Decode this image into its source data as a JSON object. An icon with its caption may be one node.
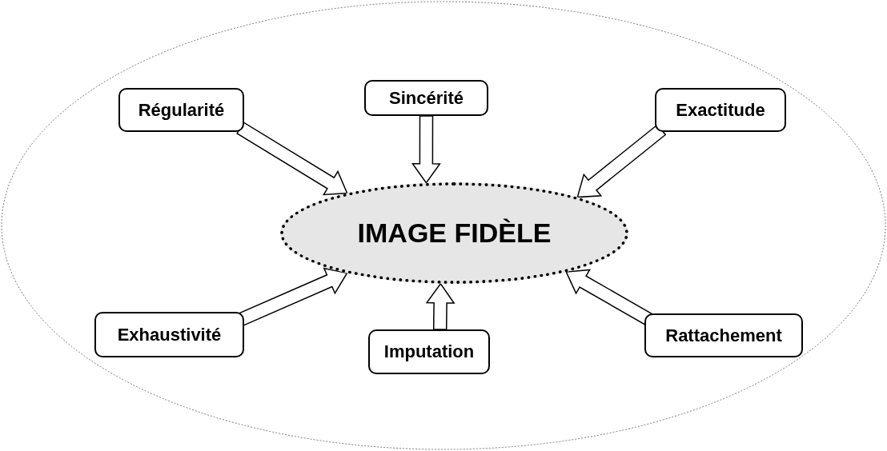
{
  "diagram": {
    "nodes": [
      {
        "text": [
          "Régularité"
        ]
      },
      {
        "text": [
          "Sincérité"
        ]
      },
      {
        "text": [
          "Exactitude"
        ]
      },
      {
        "text": [
          "IMAGE FIDÈLE"
        ]
      },
      {
        "text": [
          "Exhaustivité"
        ]
      },
      {
        "text": [
          "Imputation"
        ]
      },
      {
        "text": [
          "Rattachement"
        ]
      }
    ],
    "edges": [
      {
        "from": 0,
        "to": 3,
        "arrow": "to"
      },
      {
        "from": 1,
        "to": 3,
        "arrow": "to"
      },
      {
        "from": 2,
        "to": 3,
        "arrow": "to"
      },
      {
        "from": 4,
        "to": 3,
        "arrow": "to"
      },
      {
        "from": 5,
        "to": 3,
        "arrow": "to"
      },
      {
        "from": 6,
        "to": 3,
        "arrow": "to"
      }
    ]
  }
}
